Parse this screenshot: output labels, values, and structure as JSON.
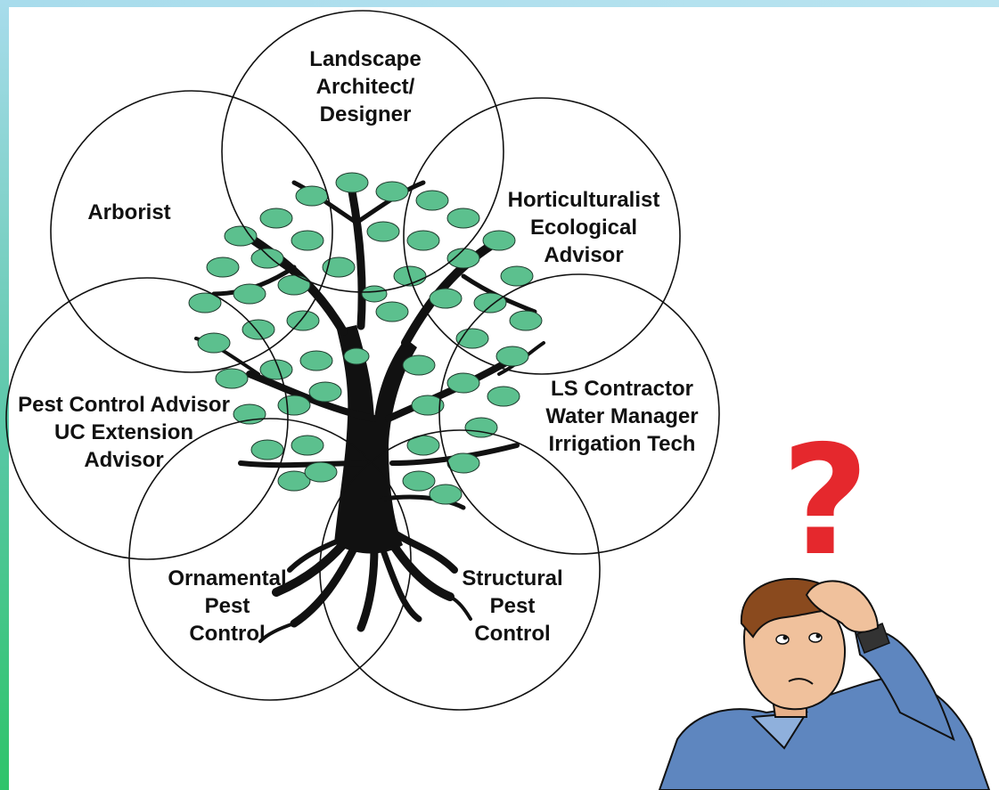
{
  "circles": [
    {
      "id": "landscape",
      "label": "Landscape\nArchitect/\nDesigner"
    },
    {
      "id": "arborist",
      "label": "Arborist"
    },
    {
      "id": "horticulturalist",
      "label": "Horticulturalist\nEcological\nAdvisor"
    },
    {
      "id": "pest_control_advisor",
      "label": "Pest Control Advisor\nUC Extension\nAdvisor"
    },
    {
      "id": "ls_contractor",
      "label": "LS Contractor\nWater Manager\nIrrigation Tech"
    },
    {
      "id": "ornamental",
      "label": "Ornamental\nPest\nControl"
    },
    {
      "id": "structural",
      "label": "Structural\nPest\nControl"
    }
  ],
  "question_mark": "?",
  "icons": [
    "tree-illustration",
    "confused-man-illustration"
  ],
  "colors": {
    "leaf": "#5cc08e",
    "trunk": "#111111",
    "question": "#e5282d",
    "frame_top": "#a8dcec",
    "frame_bottom": "#2fc46a"
  }
}
